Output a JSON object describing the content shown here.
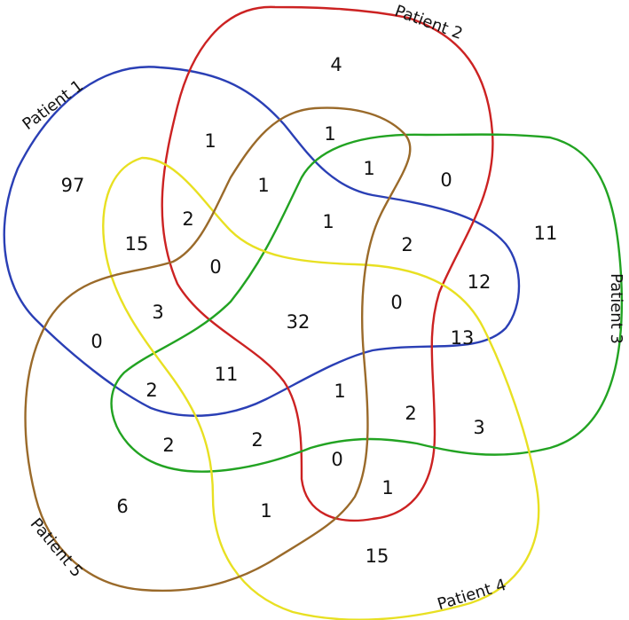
{
  "sets": [
    {
      "key": "p1",
      "label": "Patient 1",
      "color": "#2a3fb5"
    },
    {
      "key": "p2",
      "label": "Patient 2",
      "color": "#cc2222"
    },
    {
      "key": "p3",
      "label": "Patient 3",
      "color": "#22a322"
    },
    {
      "key": "p4",
      "label": "Patient 4",
      "color": "#e8e022"
    },
    {
      "key": "p5",
      "label": "Patient 5",
      "color": "#9a6a2a"
    }
  ],
  "regions": [
    {
      "sets": [
        "p1"
      ],
      "count": "97"
    },
    {
      "sets": [
        "p2"
      ],
      "count": "4"
    },
    {
      "sets": [
        "p3"
      ],
      "count": "11"
    },
    {
      "sets": [
        "p4"
      ],
      "count": "15"
    },
    {
      "sets": [
        "p5"
      ],
      "count": "6"
    },
    {
      "sets": [
        "p1",
        "p2"
      ],
      "count": "1"
    },
    {
      "sets": [
        "p2",
        "p5"
      ],
      "count": "1"
    },
    {
      "sets": [
        "p2",
        "p3",
        "p5"
      ],
      "count": "1"
    },
    {
      "sets": [
        "p2",
        "p3"
      ],
      "count": "0"
    },
    {
      "sets": [
        "p1",
        "p2",
        "p5"
      ],
      "count": "1"
    },
    {
      "sets": [
        "p1",
        "p2",
        "p4"
      ],
      "count": "2"
    },
    {
      "sets": [
        "p1",
        "p4"
      ],
      "count": "15"
    },
    {
      "sets": [
        "p1",
        "p2",
        "p3",
        "p5"
      ],
      "count": "1"
    },
    {
      "sets": [
        "p1",
        "p2",
        "p4",
        "p5"
      ],
      "count": "0"
    },
    {
      "sets": [
        "p2",
        "p3",
        "p4",
        "p5"
      ],
      "count": "2"
    },
    {
      "sets": [
        "p2",
        "p3",
        "p4"
      ],
      "count": "12"
    },
    {
      "sets": [
        "p1",
        "p4",
        "p5"
      ],
      "count": "3"
    },
    {
      "sets": [
        "p1",
        "p2",
        "p3",
        "p4",
        "p5"
      ],
      "count": "32"
    },
    {
      "sets": [
        "p1",
        "p3",
        "p4",
        "p5"
      ],
      "count": "0"
    },
    {
      "sets": [
        "p3",
        "p4"
      ],
      "count": "13"
    },
    {
      "sets": [
        "p1",
        "p5"
      ],
      "count": "0"
    },
    {
      "sets": [
        "p1",
        "p3",
        "p4"
      ],
      "count": "11"
    },
    {
      "sets": [
        "p1",
        "p3",
        "p5"
      ],
      "count": "2"
    },
    {
      "sets": [
        "p2",
        "p3",
        "p4",
        "p5",
        "x"
      ],
      "count": "1"
    },
    {
      "sets": [
        "p3",
        "p4",
        "p5"
      ],
      "count": "2"
    },
    {
      "sets": [
        "p3",
        "p4",
        "x"
      ],
      "count": "3"
    },
    {
      "sets": [
        "p3",
        "p5"
      ],
      "count": "2"
    },
    {
      "sets": [
        "p3",
        "p4",
        "p5",
        "x"
      ],
      "count": "2"
    },
    {
      "sets": [
        "p2",
        "p4",
        "p5"
      ],
      "count": "0"
    },
    {
      "sets": [
        "p2",
        "p4"
      ],
      "count": "1"
    },
    {
      "sets": [
        "p4",
        "p5"
      ],
      "count": "1"
    }
  ]
}
